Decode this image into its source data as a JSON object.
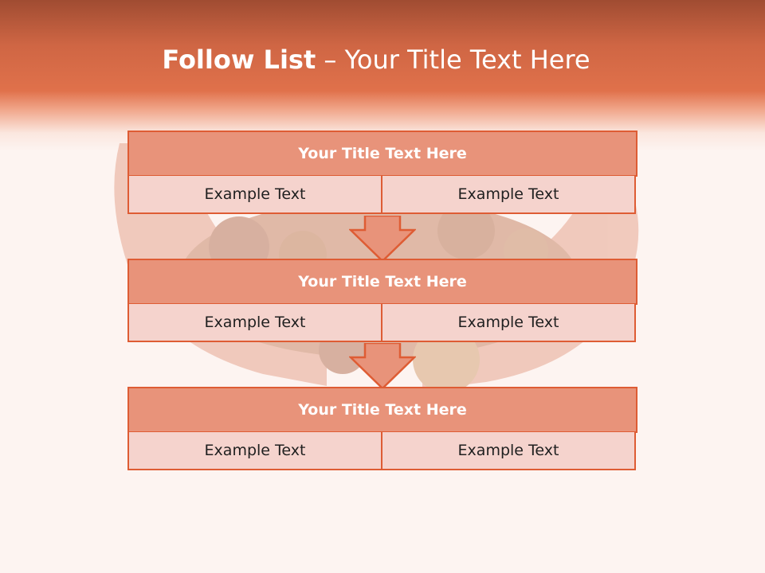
{
  "slide": {
    "title_bold": "Follow List",
    "title_rest": " – Your Title Text Here"
  },
  "colors": {
    "accent": "#de5c34",
    "header_top": "#a04c32",
    "header_main": "#e0714b",
    "title_box_fill": "#e8937a",
    "cell_fill": "#f5d3cd",
    "background": "#fdf4f1"
  },
  "steps": [
    {
      "title": "Your Title Text Here",
      "left_text": "Example Text",
      "right_text": "Example Text"
    },
    {
      "title": "Your Title Text Here",
      "left_text": "Example Text",
      "right_text": "Example Text"
    },
    {
      "title": "Your Title Text Here",
      "left_text": "Example Text",
      "right_text": "Example Text"
    }
  ],
  "connectors": [
    "down-arrow-icon",
    "down-arrow-icon"
  ],
  "background_image": "hands-holding-coins-photo"
}
